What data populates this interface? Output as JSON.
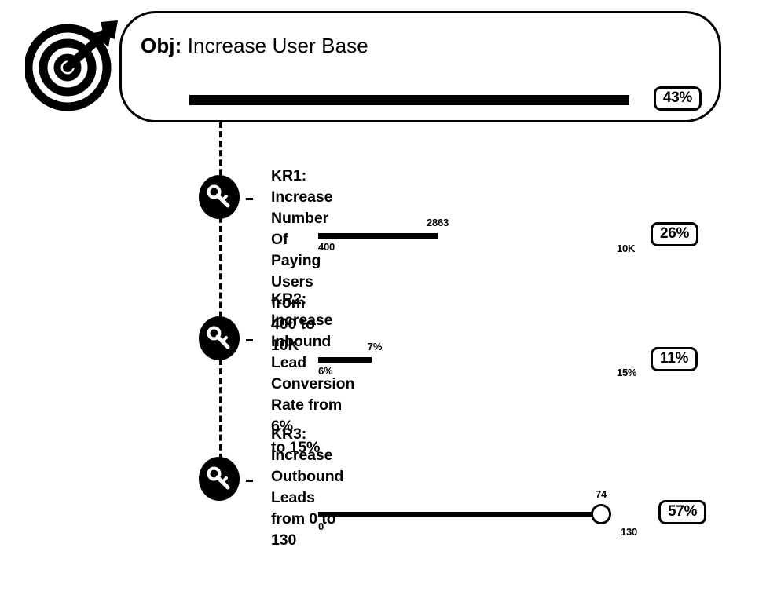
{
  "objective": {
    "label_prefix": "Obj:",
    "title": "Increase User Base",
    "progress_pct": "43%",
    "progress_value": 43,
    "icon": "target-bullseye-icon"
  },
  "connector": {
    "style": "dashed-vertical-line"
  },
  "key_results": [
    {
      "label": "KR1:",
      "title": "Increase Number Of Paying Users from 400 to 10K",
      "icon": "key-icon",
      "meter": {
        "type": "bar",
        "current": "2863",
        "start": "400",
        "end": "10K",
        "fill_pct": 26
      },
      "progress_pct": "26%"
    },
    {
      "label": "KR2:",
      "title": "Increase Inbound Lead Conversion Rate from 6%\nto 15%",
      "icon": "key-icon",
      "meter": {
        "type": "bar",
        "current": "7%",
        "start": "6%",
        "end": "15%",
        "fill_pct": 11
      },
      "progress_pct": "11%"
    },
    {
      "label": "KR3:",
      "title": "Increase Outbound Leads from 0 to 130",
      "icon": "key-icon",
      "meter": {
        "type": "slider",
        "current": "74",
        "start": "0",
        "end": "130",
        "fill_pct": 57
      },
      "progress_pct": "57%"
    }
  ],
  "colors": {
    "ink": "#000000",
    "background": "#ffffff"
  }
}
